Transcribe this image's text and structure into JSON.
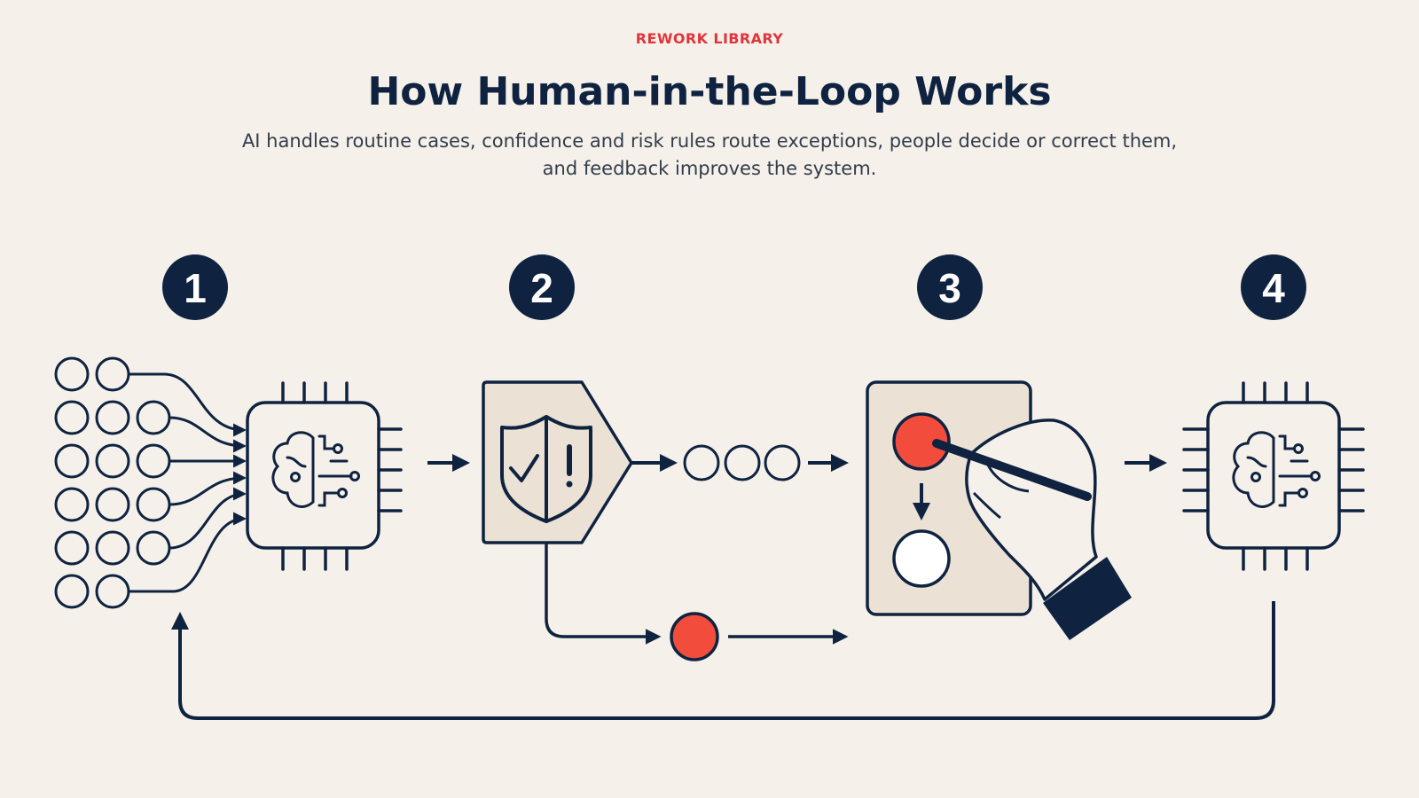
{
  "header": {
    "eyebrow": "REWORK LIBRARY",
    "title": "How Human-in-the-Loop Works",
    "subtitle_line1": "AI handles routine cases, confidence and risk rules route exceptions, people decide or correct them,",
    "subtitle_line2": "and feedback improves the system."
  },
  "steps": [
    {
      "number": "1",
      "icon": "ai-chip-with-inputs-icon"
    },
    {
      "number": "2",
      "icon": "shield-check-alert-icon"
    },
    {
      "number": "3",
      "icon": "human-review-hand-icon"
    },
    {
      "number": "4",
      "icon": "ai-chip-icon"
    }
  ],
  "colors": {
    "background": "#f5f1ea",
    "navy": "#0f2340",
    "accent_red": "#f24c3d",
    "panel_fill": "#ebe1d5",
    "eyebrow_red": "#e0363b"
  }
}
